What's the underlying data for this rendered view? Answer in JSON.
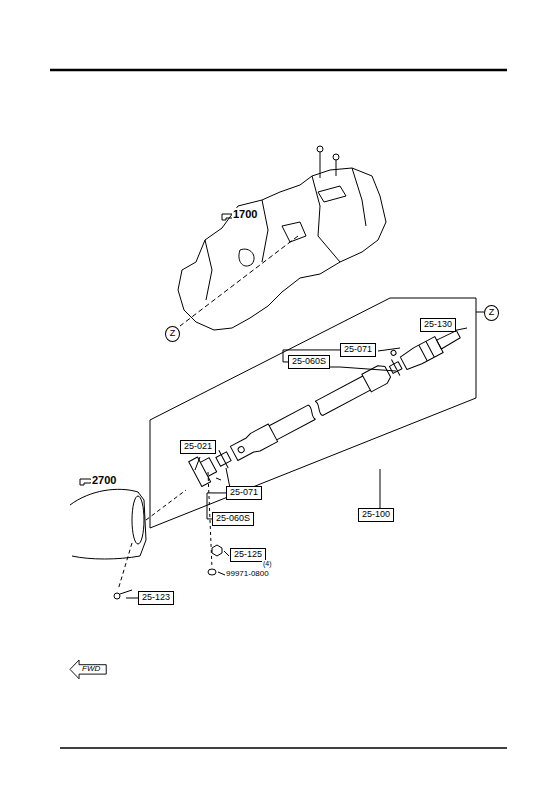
{
  "diagram": {
    "nodes": [
      {
        "text": [
          "Z"
        ]
      },
      {
        "text": [
          "25-130"
        ]
      },
      {
        "text": [
          "Z"
        ]
      },
      {
        "text": [
          "25-071"
        ]
      },
      {
        "text": [
          "25-060S"
        ]
      },
      {
        "text": [
          "25-021"
        ]
      },
      {
        "text": [
          "25-071"
        ]
      },
      {
        "text": [
          "25-060S"
        ]
      },
      {
        "text": [
          "25-100"
        ]
      },
      {
        "text": [
          "25-125"
        ]
      },
      {
        "text": [
          "25-123"
        ]
      },
      {
        "text": [
          "FWD"
        ]
      }
    ],
    "edges": [
      {
        "from": 3,
        "to": 4,
        "arrow": "none"
      },
      {
        "from": 6,
        "to": 7,
        "arrow": "none"
      }
    ],
    "labels": [
      "1700",
      "2700",
      "(4)",
      "99971-0800"
    ]
  }
}
